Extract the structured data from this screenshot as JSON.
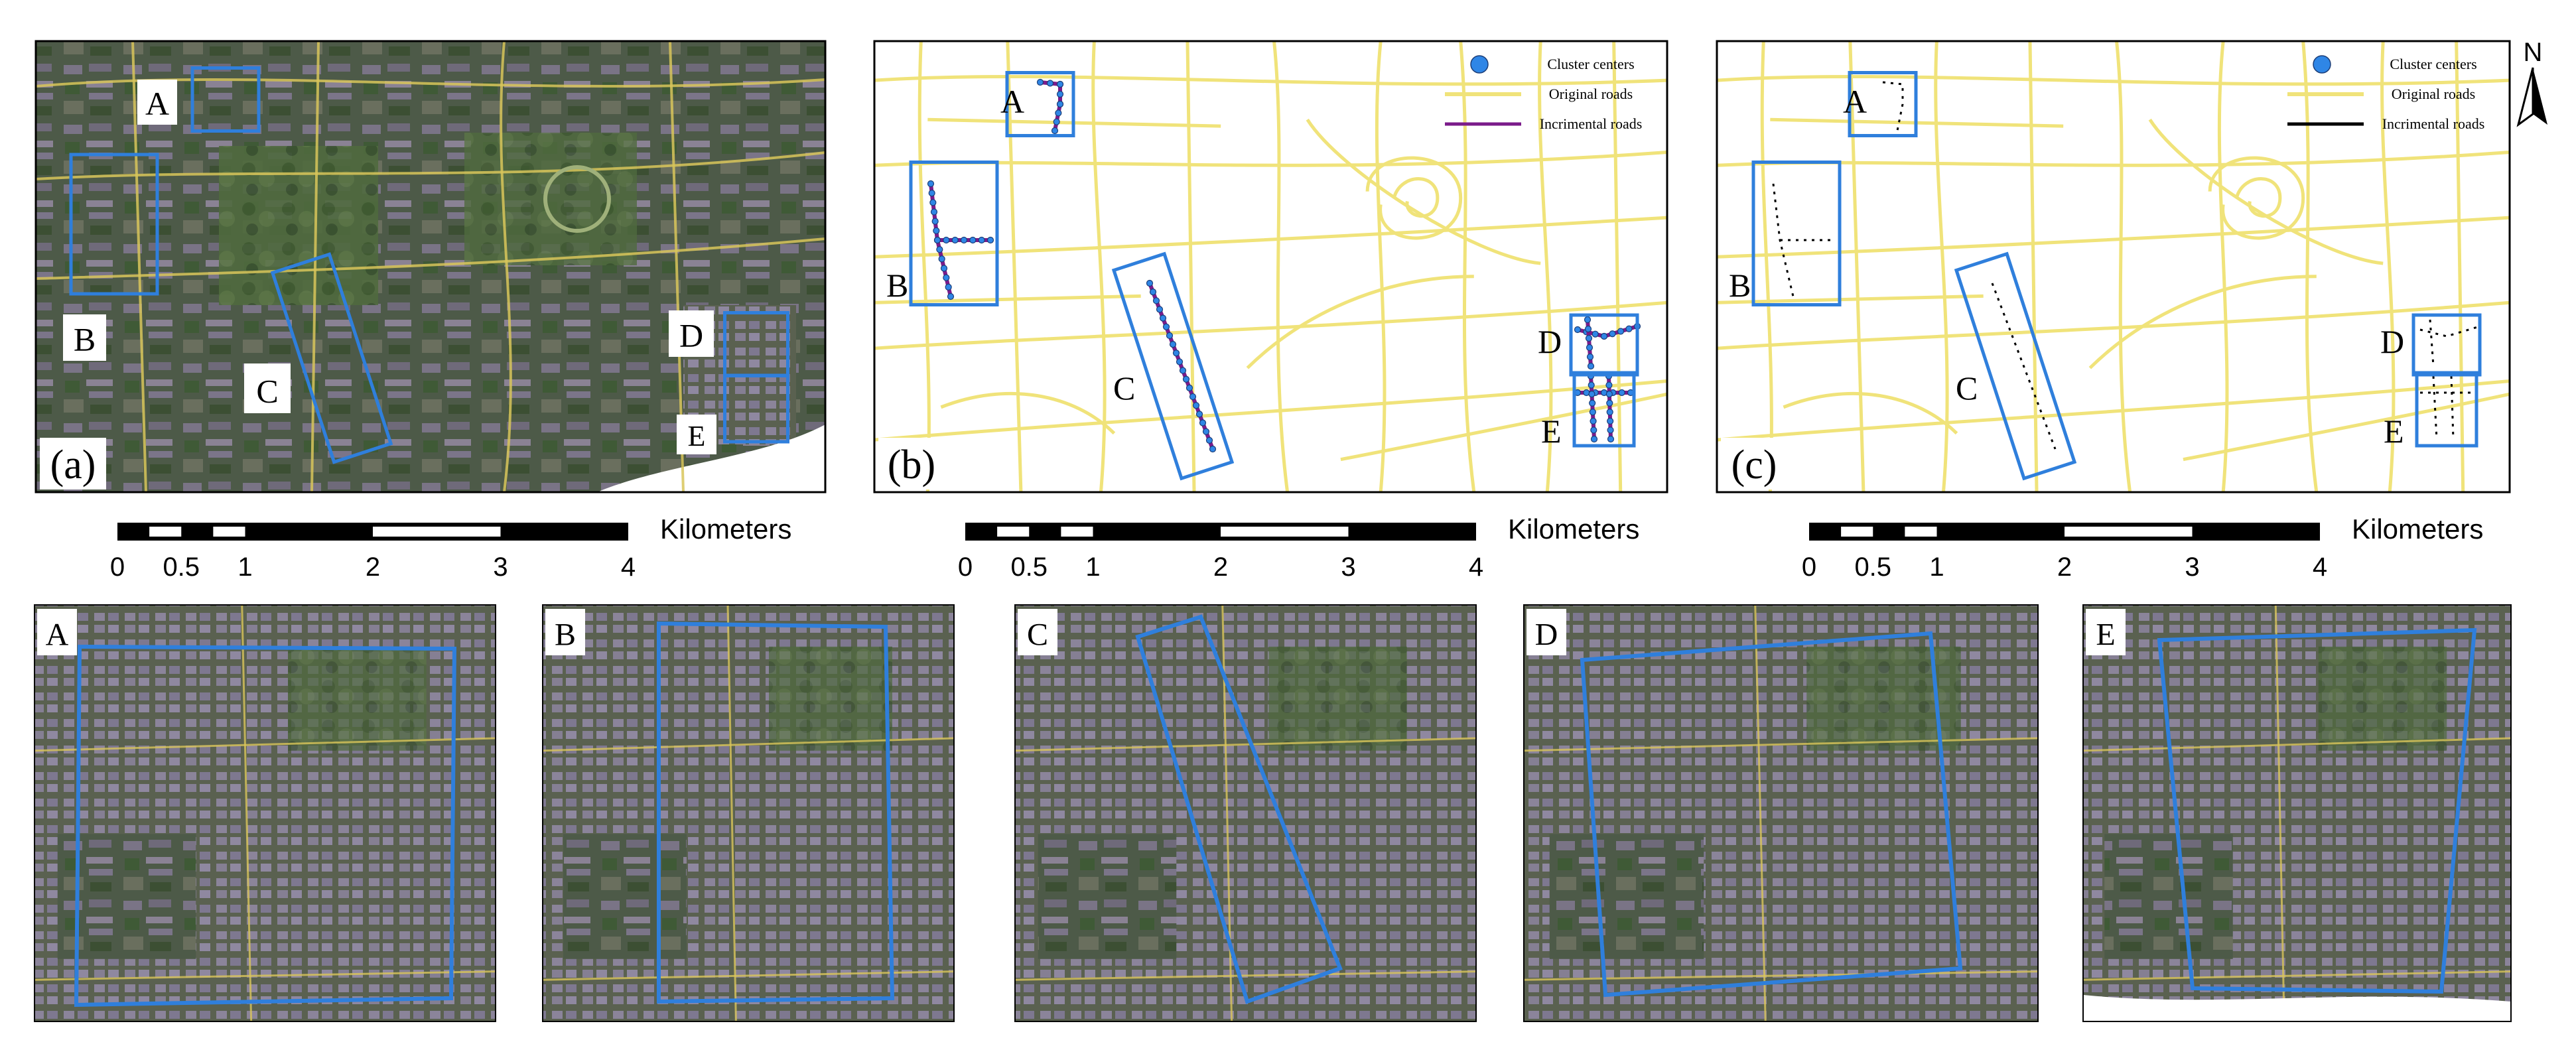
{
  "colors": {
    "frame_blue": "#2f7fdc",
    "road_yellow": "#f0e37a",
    "incremental_purple": "#7b1b8a",
    "cluster_blue": "#2f86e6",
    "incremental_black": "#000000",
    "imagery_dark": "#4a5444"
  },
  "overview_panels": [
    {
      "panel_label": "(a)",
      "kind": "satellite",
      "region_labels": [
        "A",
        "B",
        "C",
        "D",
        "E"
      ]
    },
    {
      "panel_label": "(b)",
      "kind": "road-map-clusters",
      "region_labels": [
        "A",
        "B",
        "C",
        "D",
        "E"
      ],
      "legend": [
        {
          "label": "Cluster centers",
          "symbol": "dot-icon"
        },
        {
          "label": "Original roads",
          "symbol": "yellow-line-icon"
        },
        {
          "label": "Incrimental roads",
          "symbol": "purple-line-icon"
        }
      ]
    },
    {
      "panel_label": "(c)",
      "kind": "road-map-roads",
      "region_labels": [
        "A",
        "B",
        "C",
        "D",
        "E"
      ],
      "legend": [
        {
          "label": "Cluster centers",
          "symbol": "dot-icon"
        },
        {
          "label": "Original roads",
          "symbol": "yellow-line-icon"
        },
        {
          "label": "Incrimental roads",
          "symbol": "black-line-icon"
        }
      ]
    }
  ],
  "north_arrow": {
    "label": "N"
  },
  "scale_bar": {
    "unit": "Kilometers",
    "ticks": [
      {
        "value": 0,
        "label": "0"
      },
      {
        "value": 0.5,
        "label": "0.5"
      },
      {
        "value": 1,
        "label": "1"
      },
      {
        "value": 2,
        "label": "2"
      },
      {
        "value": 3,
        "label": "3"
      },
      {
        "value": 4,
        "label": "4"
      }
    ]
  },
  "detail_panels": [
    {
      "label": "A"
    },
    {
      "label": "B"
    },
    {
      "label": "C"
    },
    {
      "label": "D"
    },
    {
      "label": "E"
    }
  ]
}
